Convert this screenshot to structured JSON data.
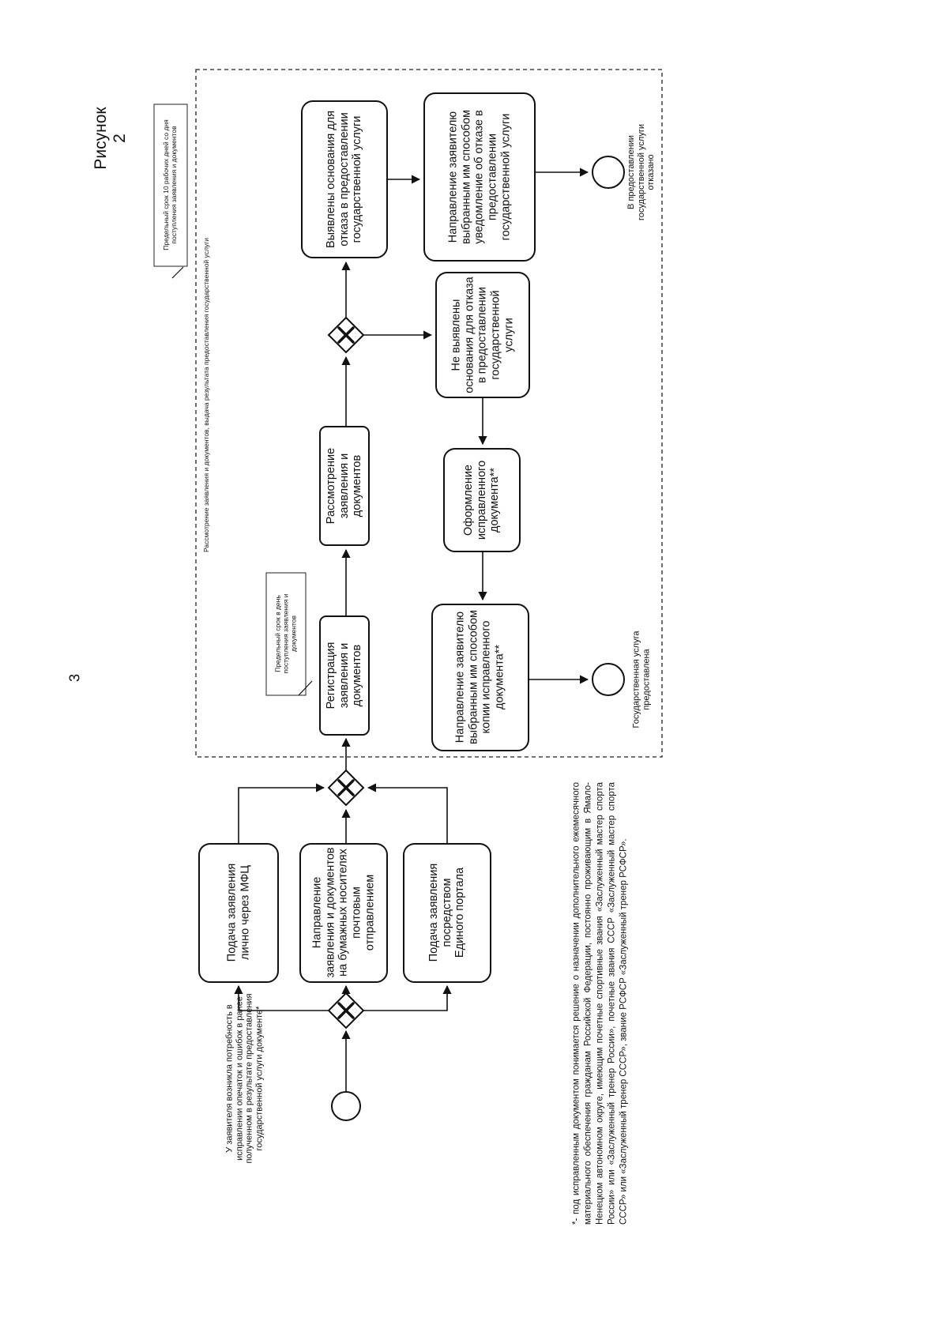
{
  "page": {
    "number": "3",
    "figure_title": "Рисунок 2"
  },
  "start_event": {
    "label": "У заявителя возникла потребность в исправлении опечаток и ошибок в ранее полученном в результате предоставления государственной услуги документе*"
  },
  "channels": [
    {
      "label": "Подача заявления лично через МФЦ"
    },
    {
      "label": "Направление заявления и документов на бумажных носителях почтовым отправлением"
    },
    {
      "label": "Подача заявления посредством Единого портала"
    }
  ],
  "process_area": {
    "label": "Рассмотрение заявления и документов, выдача результата предоставления государственной услуги"
  },
  "annotations": {
    "registration_term": "Предельный срок в день поступления заявления и документов",
    "review_term": "Предельный срок 10 рабочих дней со дня поступления заявления и документов"
  },
  "tasks": {
    "registration": "Регистрация заявления и документов",
    "review": "Рассмотрение заявления и документов",
    "refusal_found": "Выявлены основания для отказа в предоставлении государственной услуги",
    "refusal_notice": "Направление заявителю выбранным им способом уведомление об отказе в предоставлении государственной услуги",
    "no_refusal": "Не выявлены основания для отказа в предоставлении государственной услуги",
    "prepare_document": "Оформление исправленного документа**",
    "send_document": "Направление заявителю выбранным им способом копии исправленного документа**"
  },
  "end_events": {
    "refused": "В предоставлении государственной услуги отказано",
    "provided": "Государственная услуга предоставлена"
  },
  "footnote": "*- под исправленным документом понимается решение о назначении дополнительного ежемесячного материального обеспечения гражданам Российской Федерации, постоянно проживающим в Ямало-Ненецком автономном округе, имеющим почетные спортивные звания «Заслуженный мастер спорта России» или «Заслуженный тренер России», почетные звания СССР «Заслуженный мастер спорта СССР» или «Заслуженный тренер СССР», звание РСФСР «Заслуженный тренер РСФСР».",
  "colors": {
    "ink": "#111111",
    "paper": "#ffffff"
  }
}
